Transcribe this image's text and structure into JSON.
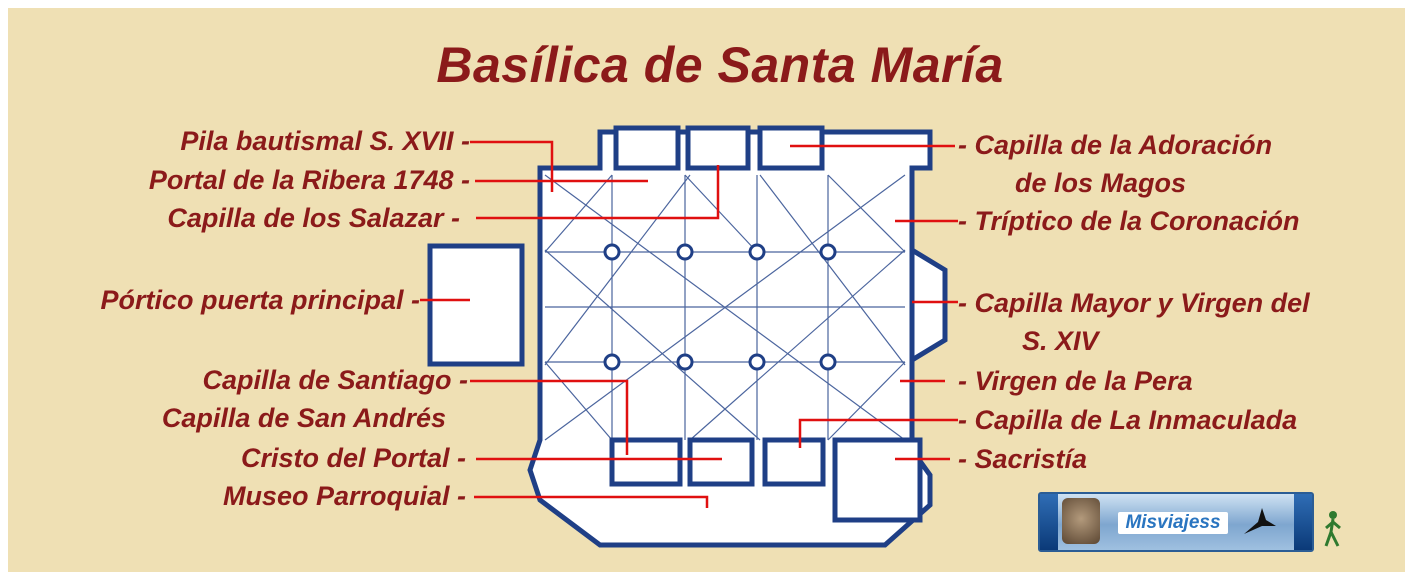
{
  "title": "Basílica de Santa María",
  "labels_left": [
    "Pila bautismal S. XVII -",
    "Portal de la Ribera 1748 -",
    "Capilla de los Salazar -",
    "Pórtico puerta principal -",
    "Capilla de Santiago -",
    "Capilla de San Andrés",
    "Cristo del Portal -",
    "Museo Parroquial -"
  ],
  "labels_right": [
    "- Capilla de la Adoración",
    "de los Magos",
    "- Tríptico de la Coronación",
    "- Capilla Mayor y Virgen del",
    "S. XIV",
    "- Virgen de la Pera",
    "- Capilla de La Inmaculada",
    "- Sacristía"
  ],
  "logo": {
    "text": "Misviajess"
  },
  "colors": {
    "background": "#efe0b4",
    "label_text": "#8b1a1a",
    "pointer_line": "#e01010",
    "plan_outline": "#1f3f86",
    "plan_fill": "#ffffff"
  }
}
